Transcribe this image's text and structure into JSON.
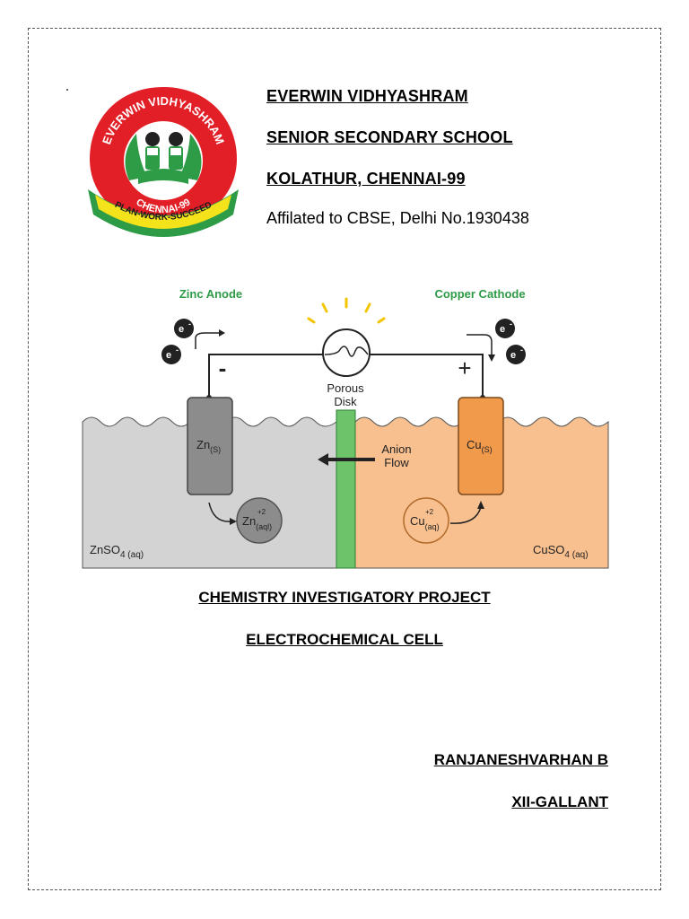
{
  "school": {
    "name": "EVERWIN VIDHYASHRAM",
    "level": "SENIOR SECONDARY SCHOOL",
    "location": "KOLATHUR, CHENNAI-99",
    "affiliation": "Affilated to CBSE, Delhi No.1930438"
  },
  "logo": {
    "arc_text": "EVERWIN VIDHYASHRAM",
    "city_text": "CHENNAI-99",
    "motto": "PLAN-WORK-SUCCEED",
    "colors": {
      "red": "#e21f26",
      "green": "#2e9b47",
      "yellow": "#f4e21a"
    }
  },
  "diagram": {
    "anode_label": "Zinc Anode",
    "cathode_label": "Copper Cathode",
    "electron": "e",
    "electron_sup": "-",
    "minus": "-",
    "plus": "+",
    "porous_line1": "Porous",
    "porous_line2": "Disk",
    "anion_line1": "Anion",
    "anion_line2": "Flow",
    "zn_electrode": "Zn",
    "zn_electrode_sub": "(S)",
    "cu_electrode": "Cu",
    "cu_electrode_sub": "(S)",
    "zn_ion": "Zn",
    "zn_ion_sub": "(aql)",
    "zn_ion_sup": "+2",
    "cu_ion": "Cu",
    "cu_ion_sub": "(aq)",
    "cu_ion_sup": "+2",
    "left_solution": "ZnSO",
    "left_solution_sub": "4 (aq)",
    "right_solution": "CuSO",
    "right_solution_sub": "4 (aq)",
    "colors": {
      "label_green": "#2e9b47",
      "zinc_solution": "#d3d3d3",
      "copper_solution": "#f9c08f",
      "porous_disk": "#6cc36a",
      "bulb_rays": "#f2c500",
      "copper_electrode": "#f29a4b",
      "zinc_electrode": "#8c8c8c"
    }
  },
  "project": {
    "title": "CHEMISTRY INVESTIGATORY PROJECT",
    "topic": "ELECTROCHEMICAL CELL"
  },
  "author": {
    "name": "RANJANESHVARHAN B",
    "class": "XII-GALLANT"
  }
}
